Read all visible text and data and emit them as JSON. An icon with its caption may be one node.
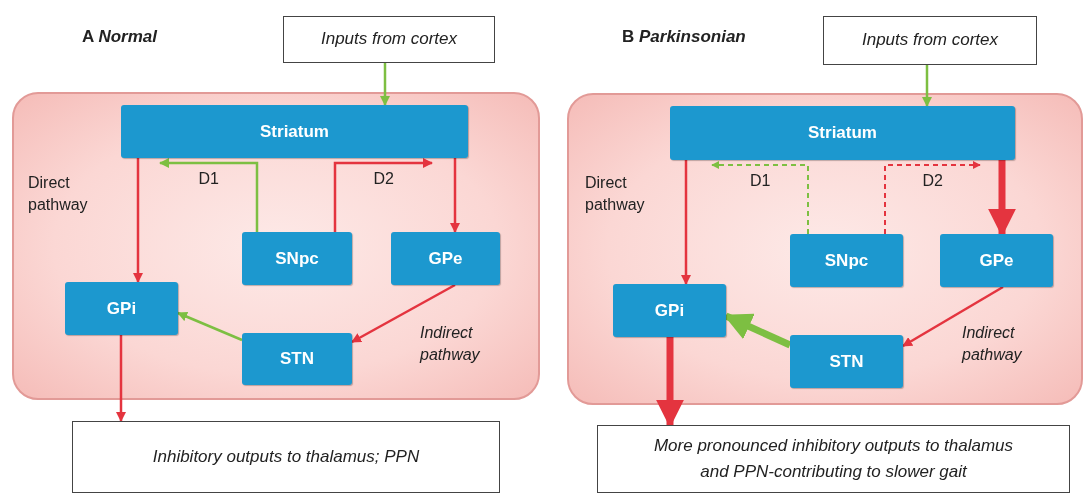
{
  "diagram": {
    "nodes": [
      {
        "text": [
          "Inputs from cortex"
        ]
      },
      {
        "text": [],
        "shape": "box"
      },
      {
        "text": [
          "Striatum"
        ],
        "in": 1
      },
      {
        "text": [
          "SNpc"
        ],
        "in": 1
      },
      {
        "text": [
          "GPe"
        ],
        "in": 1
      },
      {
        "text": [
          "GPi"
        ],
        "in": 1
      },
      {
        "text": [
          "STN"
        ],
        "in": 1
      },
      {
        "text": [
          "Inhibitory outputs to thalamus; PPN"
        ]
      },
      {
        "text": [
          "Inputs from cortex"
        ]
      },
      {
        "text": [],
        "shape": "box"
      },
      {
        "text": [
          "Striatum"
        ],
        "in": 9
      },
      {
        "text": [
          "SNpc"
        ],
        "in": 9
      },
      {
        "text": [
          "GPe"
        ],
        "in": 9
      },
      {
        "text": [
          "GPi"
        ],
        "in": 9
      },
      {
        "text": [
          "STN"
        ],
        "in": 9
      },
      {
        "text": [
          "More pronounced inhibitory outputs to thalamus and PPN-contributing to slower gait"
        ]
      }
    ],
    "edges": [
      {
        "from": 0,
        "to": 2,
        "arrow": "to",
        "color": "#7dbf42"
      },
      {
        "from": 2,
        "to": 5,
        "arrow": "to"
      },
      {
        "from": 3,
        "to": 2,
        "arrow": "to",
        "label": "D1",
        "color": "#7dbf42"
      },
      {
        "from": 3,
        "to": 2,
        "arrow": "to",
        "label": "D2"
      },
      {
        "from": 2,
        "to": 4,
        "arrow": "to"
      },
      {
        "from": 4,
        "to": 6,
        "arrow": "to"
      },
      {
        "from": 6,
        "to": 5,
        "arrow": "to",
        "color": "#7dbf42"
      },
      {
        "from": 5,
        "to": 7,
        "arrow": "to"
      },
      {
        "from": 8,
        "to": 10,
        "arrow": "to",
        "color": "#7dbf42"
      },
      {
        "from": 10,
        "to": 13,
        "arrow": "to"
      },
      {
        "from": 11,
        "to": 10,
        "arrow": "to",
        "label": "D1",
        "style": "dashed",
        "color": "#7dbf42"
      },
      {
        "from": 11,
        "to": 10,
        "arrow": "to",
        "label": "D2",
        "style": "dashed"
      },
      {
        "from": 10,
        "to": 12,
        "arrow": "to",
        "style": "thick"
      },
      {
        "from": 12,
        "to": 14,
        "arrow": "to"
      },
      {
        "from": 14,
        "to": 13,
        "arrow": "to",
        "style": "thick",
        "color": "#7dbf42"
      },
      {
        "from": 13,
        "to": 15,
        "arrow": "to",
        "style": "thick"
      }
    ],
    "labels": [
      "A *Normal*",
      "Direct pathway",
      "Indirect pathway",
      "B *Parkinsonian*",
      "Direct pathway",
      "Indirect pathway"
    ]
  }
}
